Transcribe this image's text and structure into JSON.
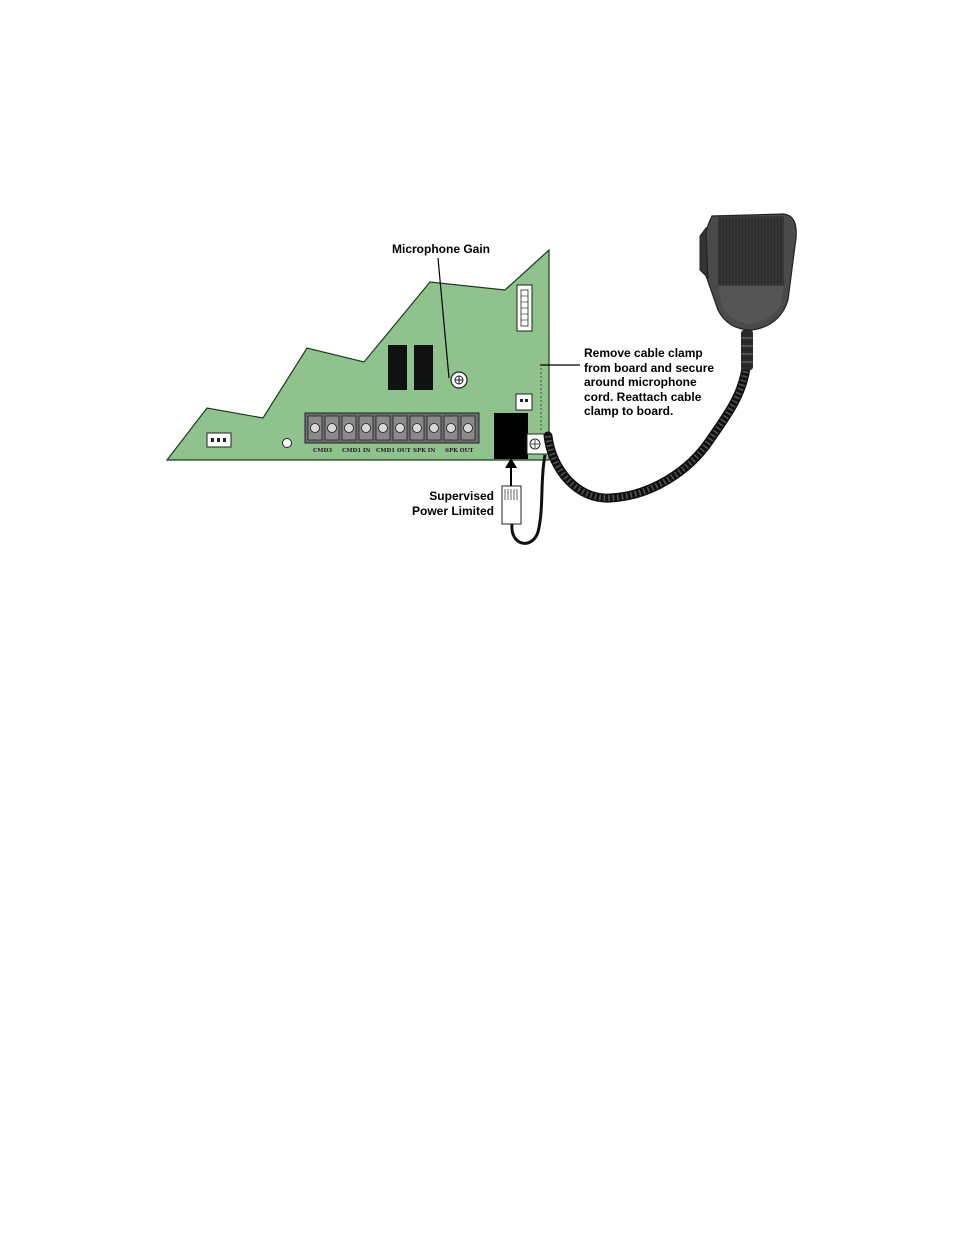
{
  "callouts": {
    "microphone_gain": "Microphone Gain",
    "cable_clamp": [
      "Remove cable clamp",
      "from board and  secure",
      "around microphone",
      "cord. Reattach cable",
      "clamp to board."
    ],
    "supervised": [
      "Supervised",
      "Power Limited"
    ]
  },
  "terminal_labels": [
    "CMD3",
    "CMD1 IN",
    "CMD1 OUT",
    "SPK IN",
    "SPK OUT"
  ],
  "colors": {
    "board": "#8fc28c",
    "board_outline": "#1d3a1d",
    "terminal": "#555555",
    "relay": "#111111",
    "microphone": "#4a4a4a",
    "cord": "#111111"
  }
}
